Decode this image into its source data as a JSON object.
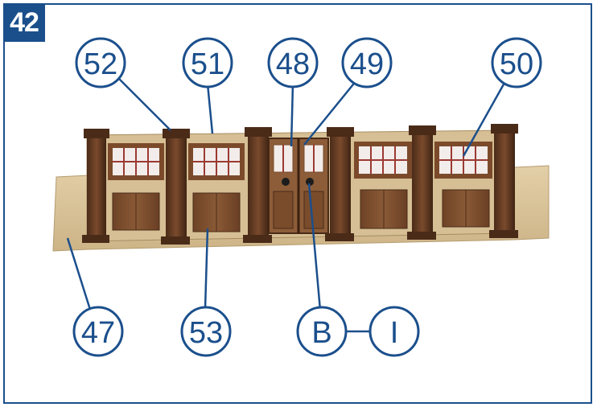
{
  "step": {
    "number": "42"
  },
  "colors": {
    "frame": "#1b4f8c",
    "callout_stroke": "#1b4f8c",
    "wood_dark": "#5e3924",
    "wood_light": "#d9c39a"
  },
  "callouts": [
    {
      "id": "c52",
      "label": "52"
    },
    {
      "id": "c51",
      "label": "51"
    },
    {
      "id": "c48",
      "label": "48"
    },
    {
      "id": "c49",
      "label": "49"
    },
    {
      "id": "c50",
      "label": "50"
    },
    {
      "id": "c47",
      "label": "47"
    },
    {
      "id": "c53",
      "label": "53"
    },
    {
      "id": "cB",
      "label": "B"
    },
    {
      "id": "cI",
      "label": "I"
    }
  ],
  "image": {
    "subject": "wooden facade panel with pilasters, windows and doors"
  }
}
